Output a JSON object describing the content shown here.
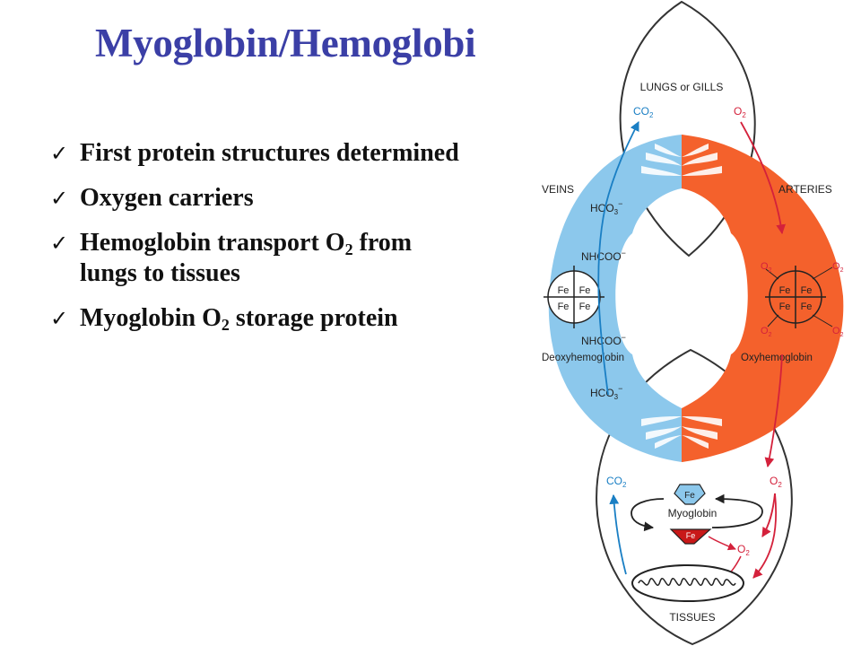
{
  "slide": {
    "title": "Myoglobin/Hemoglobi",
    "bullets": [
      {
        "before": "First protein structures determined",
        "sub": "",
        "after": ""
      },
      {
        "before": "Oxygen carriers",
        "sub": "",
        "after": ""
      },
      {
        "before": "Hemoglobin transport O",
        "sub": "2",
        "after": " from lungs to tissues"
      },
      {
        "before": "Myoglobin O",
        "sub": "2",
        "after": " storage protein"
      }
    ]
  },
  "diagram": {
    "lungs_label": "LUNGS or GILLS",
    "tissues_label": "TISSUES",
    "veins_label": "VEINS",
    "arteries_label": "ARTERIES",
    "co2": "CO",
    "o2": "O",
    "two": "2",
    "hco3": "HCO",
    "three": "3",
    "minus": "−",
    "nhcoo": "NHCOO",
    "fe": "Fe",
    "deoxy_label": "Deoxyhemoglobin",
    "oxy_label": "Oxyhemoglobin",
    "myoglobin_label": "Myoglobin",
    "colors": {
      "venous": "#8cc8ec",
      "arterial": "#f4612c",
      "arrow_blue": "#1a7fc4",
      "arrow_red": "#d4213b"
    }
  }
}
